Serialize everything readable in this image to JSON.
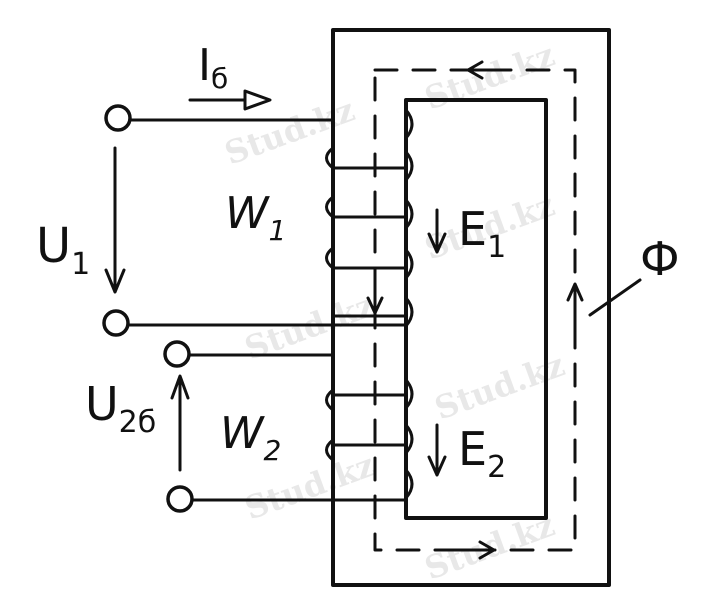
{
  "watermark": "Stud.kz",
  "labels": {
    "current": "I",
    "current_sub": "б",
    "u1": "U",
    "u1_sub": "1",
    "u2": "U",
    "u2_sub": "2б",
    "w1": "W",
    "w1_sub": "1",
    "w2": "W",
    "w2_sub": "2",
    "e1": "E",
    "e1_sub": "1",
    "e2": "E",
    "e2_sub": "2",
    "flux": "Ф"
  },
  "colors": {
    "ink": "#111111",
    "watermark": "#e6e6e6"
  }
}
